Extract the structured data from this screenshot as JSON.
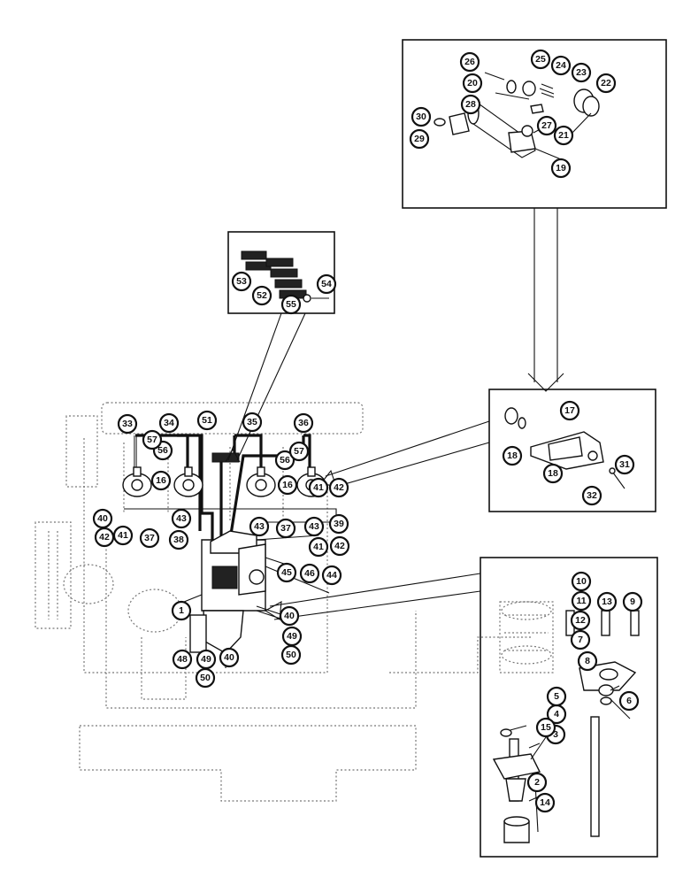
{
  "labels": {
    "c1": "1",
    "c2": "2",
    "c3": "3",
    "c4": "4",
    "c5": "5",
    "c6": "6",
    "c7": "7",
    "c8": "8",
    "c9": "9",
    "c10": "10",
    "c11": "11",
    "c12": "12",
    "c13": "13",
    "c14": "14",
    "c15": "15",
    "c16a": "16",
    "c16b": "16",
    "c17": "17",
    "c18a": "18",
    "c18b": "18",
    "c19": "19",
    "c20": "20",
    "c21": "21",
    "c22": "22",
    "c23": "23",
    "c24": "24",
    "c25": "25",
    "c26": "26",
    "c27": "27",
    "c28": "28",
    "c29": "29",
    "c30": "30",
    "c31": "31",
    "c32": "32",
    "c33": "33",
    "c34": "34",
    "c35": "35",
    "c36": "36",
    "c37a": "37",
    "c37b": "37",
    "c38": "38",
    "c39": "39",
    "c40a": "40",
    "c40b": "40",
    "c40c": "40",
    "c41a": "41",
    "c41b": "41",
    "c41c": "41",
    "c42a": "42",
    "c42b": "42",
    "c42c": "42",
    "c43a": "43",
    "c43b": "43",
    "c43c": "43",
    "c44": "44",
    "c45": "45",
    "c46": "46",
    "c48": "48",
    "c49a": "49",
    "c49b": "49",
    "c50a": "50",
    "c50b": "50",
    "c51": "51",
    "c52": "52",
    "c53": "53",
    "c54": "54",
    "c55": "55",
    "c56a": "56",
    "c56b": "56",
    "c57a": "57",
    "c57b": "57"
  }
}
